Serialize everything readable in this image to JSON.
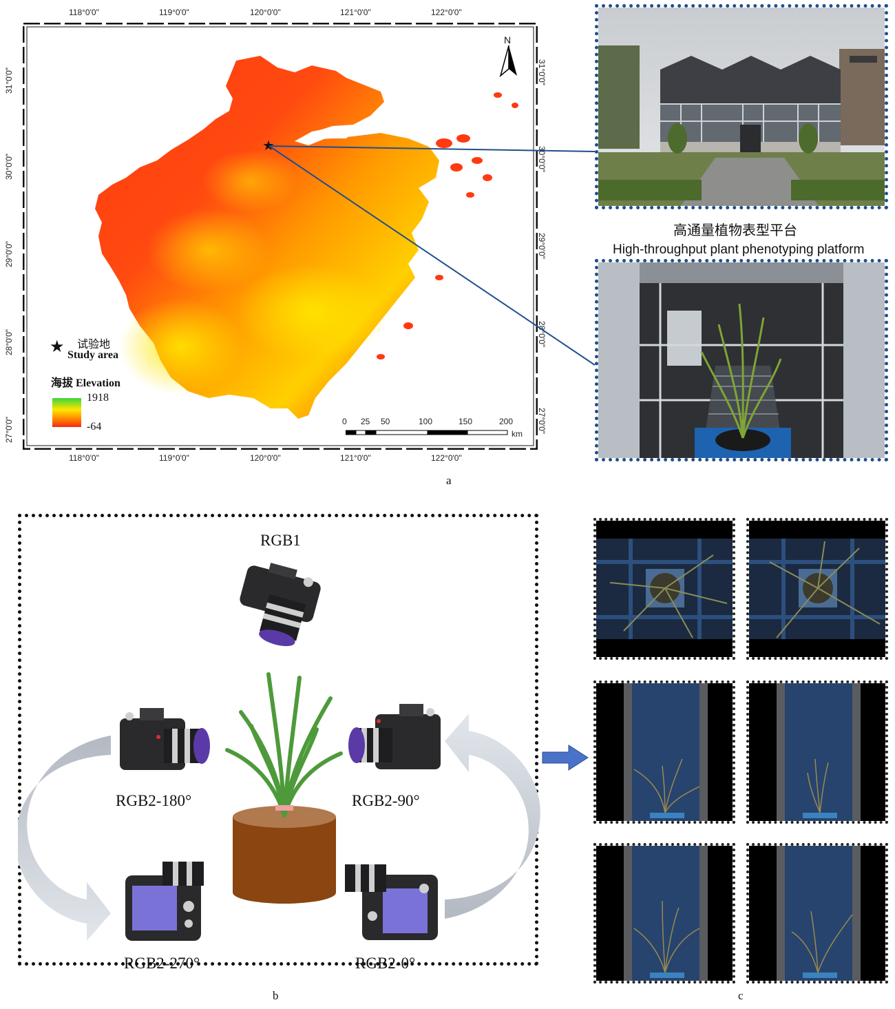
{
  "map": {
    "top_ticks": [
      "118°0'0\"",
      "119°0'0\"",
      "120°0'0\"",
      "121°0'0\"",
      "122°0'0\""
    ],
    "bottom_ticks": [
      "118°0'0\"",
      "119°0'0\"",
      "120°0'0\"",
      "121°0'0\"",
      "122°0'0\""
    ],
    "left_ticks": [
      "31°0'0\"",
      "30°0'0\"",
      "29°0'0\"",
      "28°0'0\"",
      "27°0'0\""
    ],
    "right_ticks": [
      "31°0'0\"",
      "30°0'0\"",
      "29°0'0\"",
      "28°0'0\"",
      "27°0'0\""
    ],
    "north_label": "N",
    "legend": {
      "study_cn": "试验地",
      "study_en": "Study area",
      "elev_title": "海拔 Elevation",
      "elev_max": "1918",
      "elev_min": "-64"
    },
    "scalebar": {
      "labels": [
        "0",
        "25",
        "50",
        "100",
        "150",
        "200"
      ],
      "unit": "km"
    },
    "colors": {
      "low": "#f22a12",
      "mid": "#ff8c00",
      "high_yellow": "#ffe600",
      "peak": "#3ad43a"
    }
  },
  "platform": {
    "title_cn": "高通量植物表型平台",
    "title_en": "High-throughput plant phenotyping platform"
  },
  "panel_b": {
    "cameras": [
      "RGB1",
      "RGB2-180°",
      "RGB2-90°",
      "RGB2-270°",
      "RGB2-0°"
    ]
  },
  "letters": {
    "a": "a",
    "b": "b",
    "c": "c"
  },
  "colors": {
    "frame_blue": "#1f4e8c",
    "arrow_blue": "#4a72c9",
    "pot_brown": "#8a4510",
    "pot_top": "#b07a4e"
  }
}
